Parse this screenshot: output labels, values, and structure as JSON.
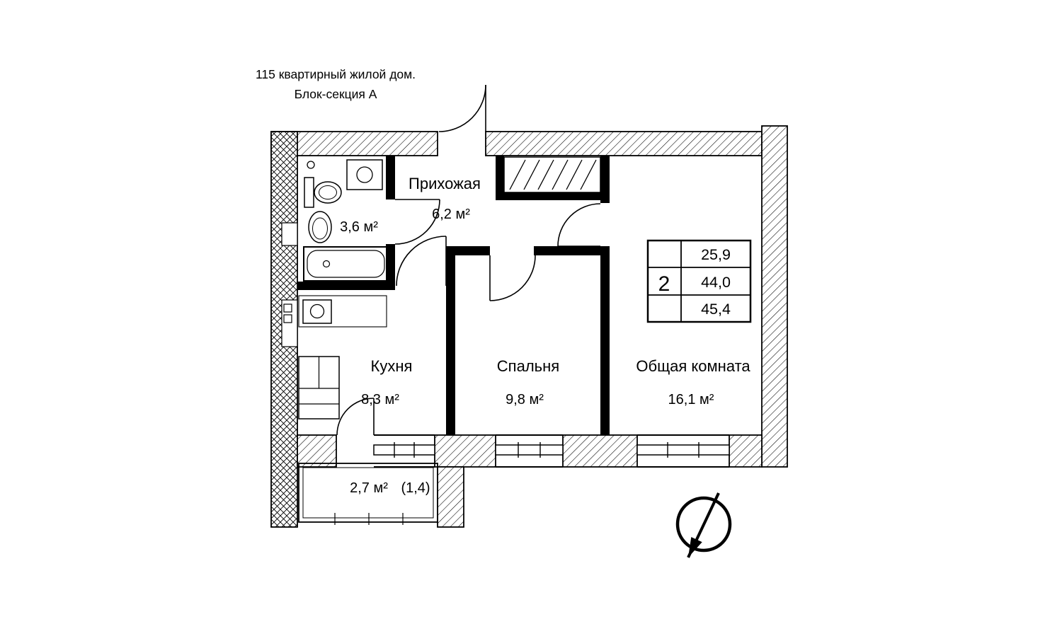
{
  "title": {
    "line1": "115 квартирный жилой дом.",
    "line2": "Блок-секция А"
  },
  "rooms": {
    "hallway": {
      "label": "Прихожая",
      "area": "6,2 м²"
    },
    "bathroom": {
      "area": "3,6 м²"
    },
    "kitchen": {
      "label": "Кухня",
      "area": "8,3 м²"
    },
    "bedroom": {
      "label": "Спальня",
      "area": "9,8 м²"
    },
    "living": {
      "label": "Общая комната",
      "area": "16,1 м²"
    },
    "balcony": {
      "area": "2,7 м²",
      "reduced": "(1,4)"
    }
  },
  "stamp": {
    "rooms_count": "2",
    "living_area": "25,9",
    "apartment_area": "44,0",
    "total_area": "45,4"
  },
  "colors": {
    "ink": "#000000",
    "paper": "#ffffff"
  }
}
